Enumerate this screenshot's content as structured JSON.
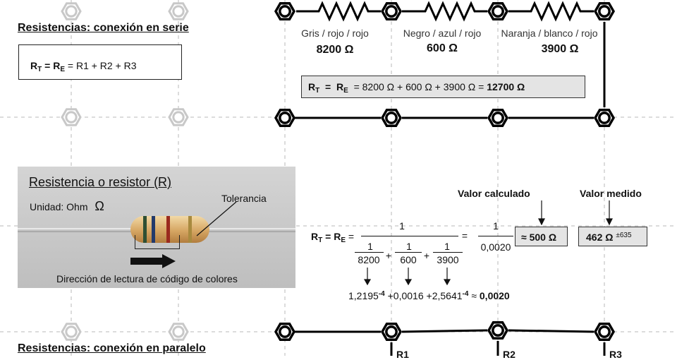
{
  "series_section": {
    "heading": "Resistencias: conexión en serie",
    "formula_lhs_r": "R",
    "formula_lhs_t": "T",
    "formula_eq": "=",
    "formula_lhs_re": "R",
    "formula_lhs_e": "E",
    "formula_rhs": "=  R1 +  R2 +  R3",
    "resistors": [
      {
        "colors": "Gris / rojo / rojo",
        "value": "8200 Ω"
      },
      {
        "colors": "Negro / azul / rojo",
        "value": "600 Ω"
      },
      {
        "colors": "Naranja / blanco / rojo",
        "value": "3900 Ω"
      }
    ],
    "total_r": "R",
    "total_t": "T",
    "total_eq1": "=",
    "total_re": "R",
    "total_e": "E",
    "total_expr": "=  8200 Ω  +  600 Ω  +  3900 Ω  =",
    "total_result": "12700 Ω"
  },
  "photo": {
    "title": "Resistencia o resistor (R)",
    "unit_label": "Unidad: Ohm",
    "unit_symbol": "Ω",
    "tolerance_label": "Tolerancia",
    "direction_label": "Dirección de lectura de código de colores"
  },
  "parallel_calc": {
    "lhs_r": "R",
    "lhs_t": "T",
    "lhs_eq": "=",
    "lhs_re": "R",
    "lhs_e": "E",
    "lhs_eq2": "=",
    "numerator": "1",
    "term_num": "1",
    "denominators": [
      "8200",
      "600",
      "3900"
    ],
    "plus": "+",
    "eq2": "=",
    "rhs_num": "1",
    "rhs_den": "0,0020",
    "calc_label": "Valor calculado",
    "calc_value": "≈ 500 Ω",
    "measured_label": "Valor medido",
    "measured_value": "462 Ω",
    "measured_tol": "±635",
    "decimal_1_base": "1,2195",
    "decimal_1_exp": "-4",
    "decimal_2": "+0,0016",
    "decimal_3_base": "+2,5641",
    "decimal_3_exp": "-4",
    "approx": "≈",
    "decimal_sum": "0,0020"
  },
  "parallel_section": {
    "heading": "Resistencias: conexión en paralelo",
    "label_1": "R1",
    "label_2": "R2",
    "label_3": "R3"
  },
  "colors": {
    "grid": "#b8b8b8",
    "node_gray": "#c8c8c8",
    "circuit": "#000000",
    "box_fill": "#e4e4e4"
  }
}
